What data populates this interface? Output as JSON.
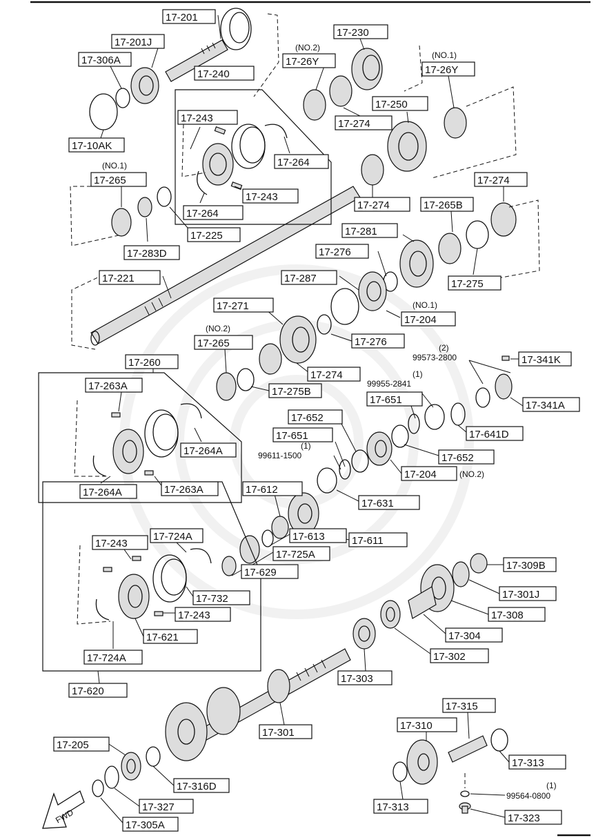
{
  "diagram": {
    "title": "",
    "fwd_label": "FWD",
    "callouts": {
      "c17_201": "17-201",
      "c17_201J": "17-201J",
      "c17_306A": "17-306A",
      "c17_10AK": "17-10AK",
      "c17_240": "17-240",
      "c17_243_a": "17-243",
      "c17_264_a": "17-264",
      "c17_264_b": "17-264",
      "c17_243_b": "17-243",
      "c17_230": "17-230",
      "c17_26Y_no2": "17-26Y",
      "c17_26Y_no1": "17-26Y",
      "c17_274_a": "17-274",
      "c17_250": "17-250",
      "c17_274_b": "17-274",
      "c17_265_no1": "17-265",
      "c17_225": "17-225",
      "c17_283D": "17-283D",
      "c17_274_c": "17-274",
      "c17_265B": "17-265B",
      "c17_281": "17-281",
      "c17_276_a": "17-276",
      "c17_287": "17-287",
      "c17_275": "17-275",
      "c17_204_no1": "17-204",
      "c17_276_b": "17-276",
      "c17_221": "17-221",
      "c17_271": "17-271",
      "c17_265_no2": "17-265",
      "c17_274_d": "17-274",
      "c17_275B": "17-275B",
      "c17_341K": "17-341K",
      "c17_341A": "17-341A",
      "c17_641D": "17-641D",
      "c17_651_a": "17-651",
      "c17_652_a": "17-652",
      "c17_651_b": "17-651",
      "c17_652_b": "17-652",
      "c17_204_no2": "17-204",
      "c17_260": "17-260",
      "c17_263A_a": "17-263A",
      "c17_264A_a": "17-264A",
      "c17_264A_b": "17-264A",
      "c17_263A_b": "17-263A",
      "c17_612": "17-612",
      "c17_631": "17-631",
      "c17_611": "17-611",
      "c17_613": "17-613",
      "c17_725A": "17-725A",
      "c17_629": "17-629",
      "c17_243_c": "17-243",
      "c17_724A_a": "17-724A",
      "c17_732": "17-732",
      "c17_243_d": "17-243",
      "c17_621": "17-621",
      "c17_724A_b": "17-724A",
      "c17_620": "17-620",
      "c17_309B": "17-309B",
      "c17_301J": "17-301J",
      "c17_308": "17-308",
      "c17_304": "17-304",
      "c17_302": "17-302",
      "c17_303": "17-303",
      "c17_301": "17-301",
      "c17_205": "17-205",
      "c17_316D": "17-316D",
      "c17_327": "17-327",
      "c17_305A": "17-305A",
      "c17_315": "17-315",
      "c17_310": "17-310",
      "c17_313_a": "17-313",
      "c17_313_b": "17-313",
      "c17_323": "17-323"
    },
    "part_numbers": {
      "p99573": "99573-2800",
      "p99955": "99955-2841",
      "p99611": "99611-1500",
      "p99564": "99564-0800"
    },
    "qualifiers": {
      "q_no2_26Y": "(NO.2)",
      "q_no1_26Y": "(NO.1)",
      "q_no1_265": "(NO.1)",
      "q_no1_204": "(NO.1)",
      "q_no2_265": "(NO.2)",
      "q_no2_204": "(NO.2)",
      "q_qty2_99573": "(2)",
      "q_qty1_99955": "(1)",
      "q_qty1_99611": "(1)",
      "q_qty1_99564": "(1)"
    }
  }
}
